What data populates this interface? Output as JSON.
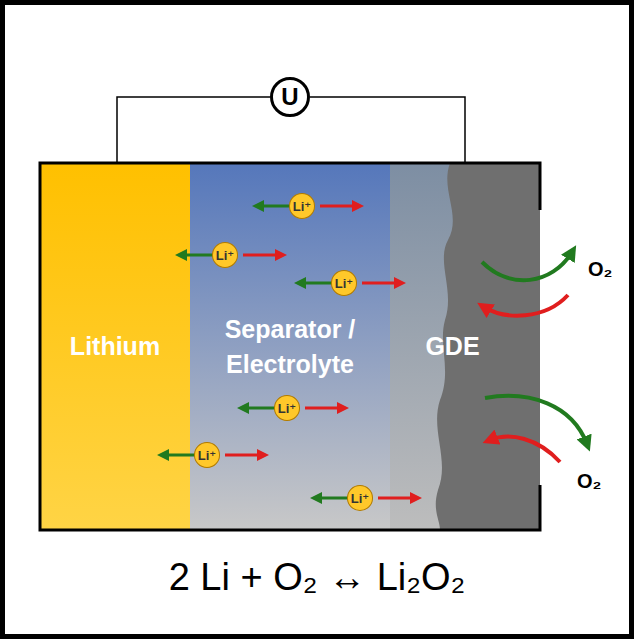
{
  "diagram": {
    "nodes": [
      {
        "text": [
          "U"
        ]
      },
      {
        "text": [
          "Lithium"
        ]
      },
      {
        "text": [
          "Separator / Electrolyte"
        ]
      },
      {
        "text": [
          "GDE"
        ]
      },
      {
        "text": [
          "Li⁺"
        ],
        "in": 2
      },
      {
        "text": [
          "Li⁺"
        ],
        "in": 2
      },
      {
        "text": [
          "Li⁺"
        ],
        "in": 2
      },
      {
        "text": [
          "Li⁺"
        ],
        "in": 2
      },
      {
        "text": [
          "Li⁺"
        ],
        "in": 2
      },
      {
        "text": [
          "Li⁺"
        ],
        "in": 2
      }
    ],
    "edges": [
      {
        "from": 0,
        "to": 1,
        "arrow": "none"
      },
      {
        "from": 0,
        "to": 3,
        "arrow": "none"
      }
    ],
    "labels": [
      "O₂",
      "O₂",
      "2 Li + O₂ ↔ Li₂O₂"
    ]
  }
}
